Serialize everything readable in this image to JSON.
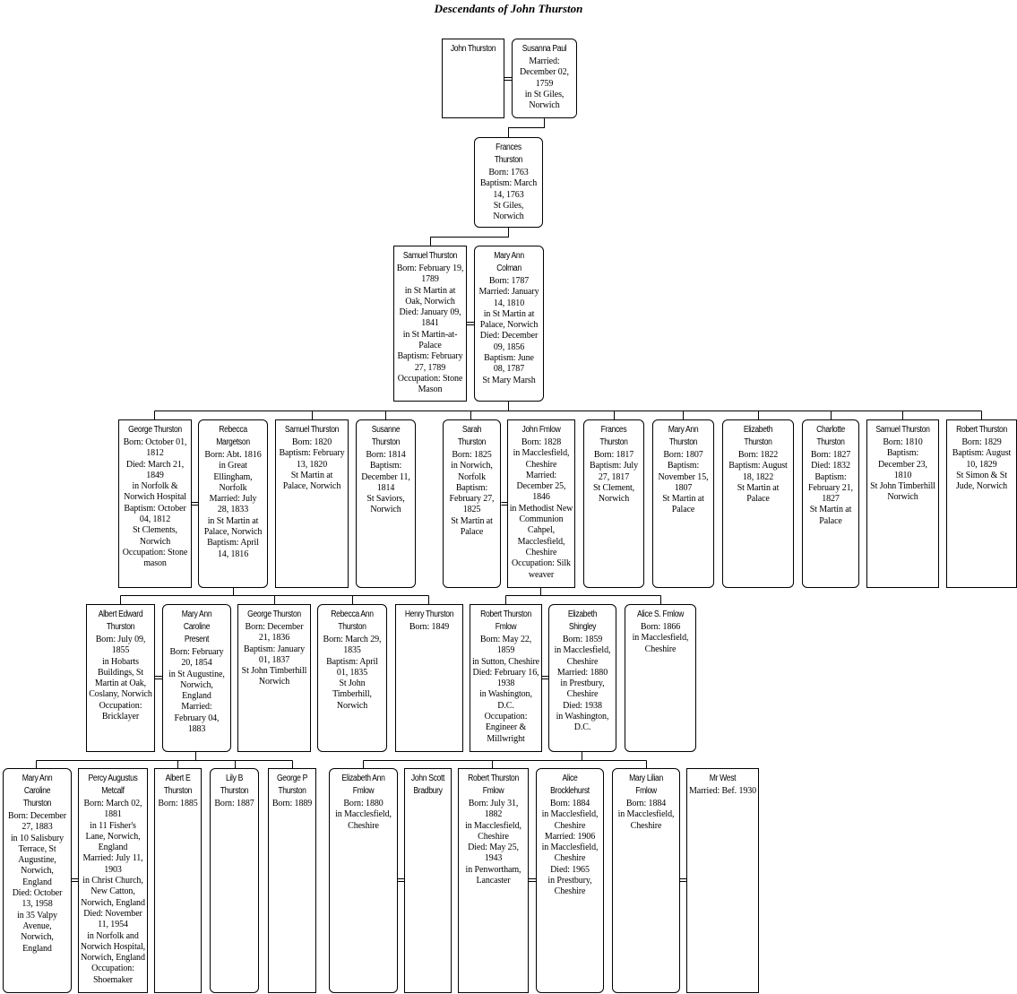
{
  "title": "Descendants of John Thurston",
  "people": {
    "john_thurston": {
      "name": "John Thurston",
      "details": ""
    },
    "susanna_paul": {
      "name": "Susanna Paul",
      "details": "Married:\nDecember 02,\n1759\nin St Giles,\nNorwich"
    },
    "frances_1763": {
      "name": "Frances\nThurston",
      "details": "Born: 1763\nBaptism: March\n14, 1763\nSt Giles,\nNorwich"
    },
    "samuel_1789": {
      "name": "Samuel Thurston",
      "details": "Born: February 19,\n1789\nin St Martin at\nOak, Norwich\nDied: January 09,\n1841\nin St Martin-at-\nPalace\nBaptism: February\n27, 1789\nOccupation: Stone\nMason"
    },
    "mary_ann_colman": {
      "name": "Mary Ann\nColman",
      "details": "Born: 1787\nMarried: January\n14, 1810\nin St Martin at\nPalace, Norwich\nDied: December\n09, 1856\nBaptism: June\n08, 1787\nSt Mary Marsh"
    },
    "george_1812": {
      "name": "George Thurston",
      "details": "Born: October 01,\n1812\nDied: March 21,\n1849\nin Norfolk &\nNorwich Hospital\nBaptism: October\n04, 1812\nSt Clements,\nNorwich\nOccupation: Stone\nmason"
    },
    "rebecca_margetson": {
      "name": "Rebecca\nMargetson",
      "details": "Born: Abt. 1816\nin Great\nEllingham,\nNorfolk\nMarried: July\n28, 1833\nin St Martin at\nPalace, Norwich\nBaptism: April\n14, 1816"
    },
    "samuel_1820": {
      "name": "Samuel Thurston",
      "details": "Born: 1820\nBaptism: February\n13, 1820\nSt Martin at\nPalace, Norwich"
    },
    "susanne_1814": {
      "name": "Susanne\nThurston",
      "details": "Born: 1814\nBaptism:\nDecember 11,\n1814\nSt Saviors,\nNorwich"
    },
    "sarah_1825": {
      "name": "Sarah\nThurston",
      "details": "Born: 1825\nin Norwich,\nNorfolk\nBaptism:\nFebruary 27,\n1825\nSt Martin at\nPalace"
    },
    "john_fmlow": {
      "name": "John Fmlow",
      "details": "Born: 1828\nin Macclesfield,\nCheshire\nMarried:\nDecember 25,\n1846\nin Methodist New\nCommunion\nCahpel,\nMacclesfield,\nCheshire\nOccupation: Silk\nweaver"
    },
    "frances_1817": {
      "name": "Frances\nThurston",
      "details": "Born: 1817\nBaptism: July\n27, 1817\nSt Clement,\nNorwich"
    },
    "mary_ann_1807": {
      "name": "Mary Ann\nThurston",
      "details": "Born: 1807\nBaptism:\nNovember 15,\n1807\nSt Martin at\nPalace"
    },
    "elizabeth_1822": {
      "name": "Elizabeth\nThurston",
      "details": "Born: 1822\nBaptism: August\n18, 1822\nSt Martin at\nPalace"
    },
    "charlotte_1827": {
      "name": "Charlotte\nThurston",
      "details": "Born: 1827\nDied: 1832\nBaptism:\nFebruary 21,\n1827\nSt Martin at\nPalace"
    },
    "samuel_1810": {
      "name": "Samuel Thurston",
      "details": "Born: 1810\nBaptism:\nDecember 23,\n1810\nSt John Timberhill\nNorwich"
    },
    "robert_1829": {
      "name": "Robert Thurston",
      "details": "Born: 1829\nBaptism: August\n10, 1829\nSt Simon & St\nJude, Norwich"
    },
    "albert_edward": {
      "name": "Albert Edward\nThurston",
      "details": "Born: July 09,\n1855\nin Hobarts\nBuildings, St\nMartin at Oak,\nCoslany, Norwich\nOccupation:\nBricklayer"
    },
    "mary_ann_caroline_present": {
      "name": "Mary Ann\nCaroline\nPresent",
      "details": "Born: February\n20, 1854\nin St Augustine,\nNorwich,\nEngland\nMarried:\nFebruary 04,\n1883"
    },
    "george_1836": {
      "name": "George Thurston",
      "details": "Born: December\n21, 1836\nBaptism: January\n01, 1837\nSt John Timberhill\nNorwich"
    },
    "rebecca_ann_1835": {
      "name": "Rebecca Ann\nThurston",
      "details": "Born: March 29,\n1835\nBaptism: April\n01, 1835\nSt John\nTimberhill,\nNorwich"
    },
    "henry_1849": {
      "name": "Henry Thurston",
      "details": "Born: 1849"
    },
    "robert_thurston_fmlow_1859": {
      "name": "Robert Thurston\nFmlow",
      "details": "Born: May 22,\n1859\nin Sutton, Cheshire\nDied: February 16,\n1938\nin Washington,\nD.C.\nOccupation:\nEngineer &\nMillwright"
    },
    "elizabeth_shingley": {
      "name": "Elizabeth\nShingley",
      "details": "Born: 1859\nin Macclesfield,\nCheshire\nMarried: 1880\nin Prestbury,\nCheshire\nDied: 1938\nin Washington,\nD.C."
    },
    "alice_s_fmlow": {
      "name": "Alice S. Fmlow",
      "details": "Born: 1866\nin Macclesfield,\nCheshire"
    },
    "mary_ann_caroline_1883": {
      "name": "Mary Ann\nCaroline\nThurston",
      "details": "Born: December\n27, 1883\nin 10 Salisbury\nTerrace, St\nAugustine,\nNorwich,\nEngland\nDied: October\n13, 1958\nin 35 Valpy\nAvenue,\nNorwich,\nEngland"
    },
    "percy_metcalf": {
      "name": "Percy Augustus\nMetcalf",
      "details": "Born: March 02,\n1881\nin 11 Fisher's\nLane, Norwich,\nEngland\nMarried: July 11,\n1903\nin Christ Church,\nNew Catton,\nNorwich, England\nDied: November\n11, 1954\nin Norfolk and\nNorwich Hospital,\nNorwich, England\nOccupation:\nShoemaker"
    },
    "albert_e_1885": {
      "name": "Albert E\nThurston",
      "details": "Born: 1885"
    },
    "lily_b_1887": {
      "name": "Lily B\nThurston",
      "details": "Born: 1887"
    },
    "george_p_1889": {
      "name": "George P\nThurston",
      "details": "Born: 1889"
    },
    "elizabeth_ann_fmlow": {
      "name": "Elizabeth Ann\nFmlow",
      "details": "Born: 1880\nin Macclesfield,\nCheshire"
    },
    "john_scott_bradbury": {
      "name": "John Scott\nBradbury",
      "details": ""
    },
    "robert_thurston_fmlow_1882": {
      "name": "Robert Thurston\nFmlow",
      "details": "Born: July 31,\n1882\nin Macclesfield,\nCheshire\nDied: May 25,\n1943\nin Penwortham,\nLancaster"
    },
    "alice_brocklehurst": {
      "name": "Alice\nBrocklehurst",
      "details": "Born: 1884\nin Macclesfield,\nCheshire\nMarried: 1906\nin Macclesfield,\nCheshire\nDied: 1965\nin Prestbury,\nCheshire"
    },
    "mary_lilian_fmlow": {
      "name": "Mary Lilian\nFmlow",
      "details": "Born: 1884\nin Macclesfield,\nCheshire"
    },
    "mr_west": {
      "name": "Mr West",
      "details": "Married: Bef. 1930"
    }
  }
}
